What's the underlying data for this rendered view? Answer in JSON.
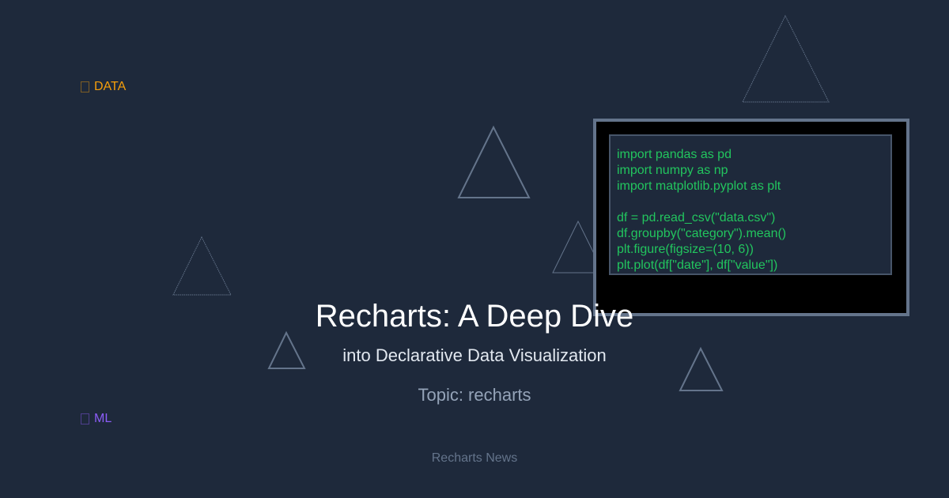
{
  "tags": [
    {
      "label": "DATA",
      "icon": "box-icon",
      "color": "#f59e0b"
    },
    {
      "label": "ML",
      "icon": "box-icon",
      "color": "#8b5cf6"
    }
  ],
  "code": {
    "lines": [
      "import pandas as pd",
      "import numpy as np",
      "import matplotlib.pyplot as plt",
      "",
      "df = pd.read_csv(\"data.csv\")",
      "df.groupby(\"category\").mean()",
      "plt.figure(figsize=(10, 6))",
      "plt.plot(df[\"date\"], df[\"value\"])"
    ]
  },
  "title": "Recharts: A Deep Dive",
  "subtitle": "into Declarative Data Visualization",
  "topic": "Topic: recharts",
  "footer": "Recharts News"
}
